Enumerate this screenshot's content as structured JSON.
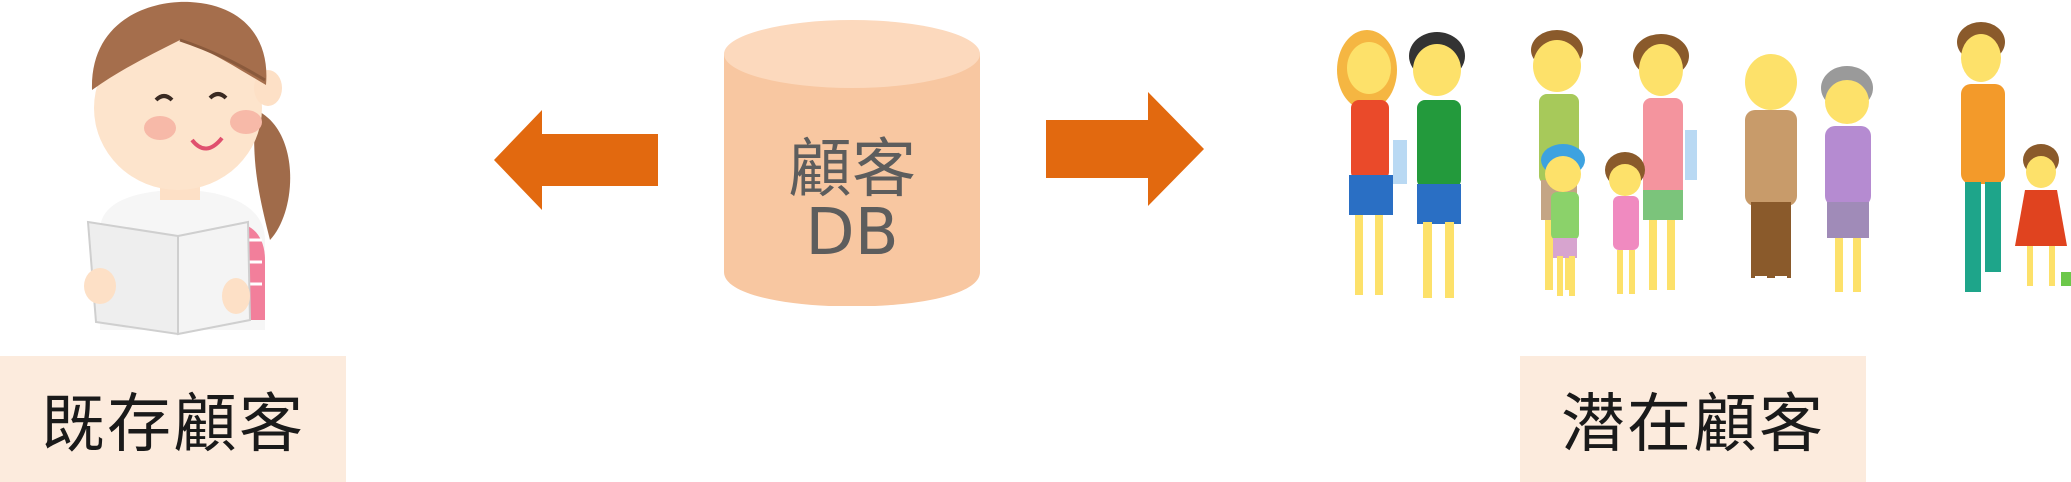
{
  "diagram": {
    "existing_customer_label": "既存顧客",
    "potential_customer_label": "潜在顧客",
    "database": {
      "line1": "顧客",
      "line2": "DB"
    }
  },
  "colors": {
    "arrow": "#e2690f",
    "db_fill": "#f8c7a1",
    "db_top": "#fcd9bd",
    "label_bg": "#fcebdd"
  },
  "icons": {
    "left_figure": "woman-reading-icon",
    "right_figure": "crowd-of-people-icon"
  }
}
